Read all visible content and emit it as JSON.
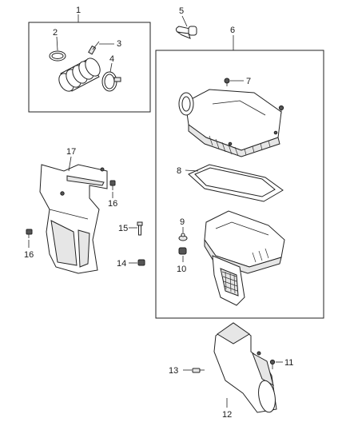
{
  "callouts": {
    "c1": "1",
    "c2": "2",
    "c3": "3",
    "c4": "4",
    "c5": "5",
    "c6": "6",
    "c7": "7",
    "c8": "8",
    "c9": "9",
    "c10": "10",
    "c11": "11",
    "c12": "12",
    "c13": "13",
    "c14": "14",
    "c15": "15",
    "c16a": "16",
    "c16b": "16",
    "c17": "17"
  }
}
